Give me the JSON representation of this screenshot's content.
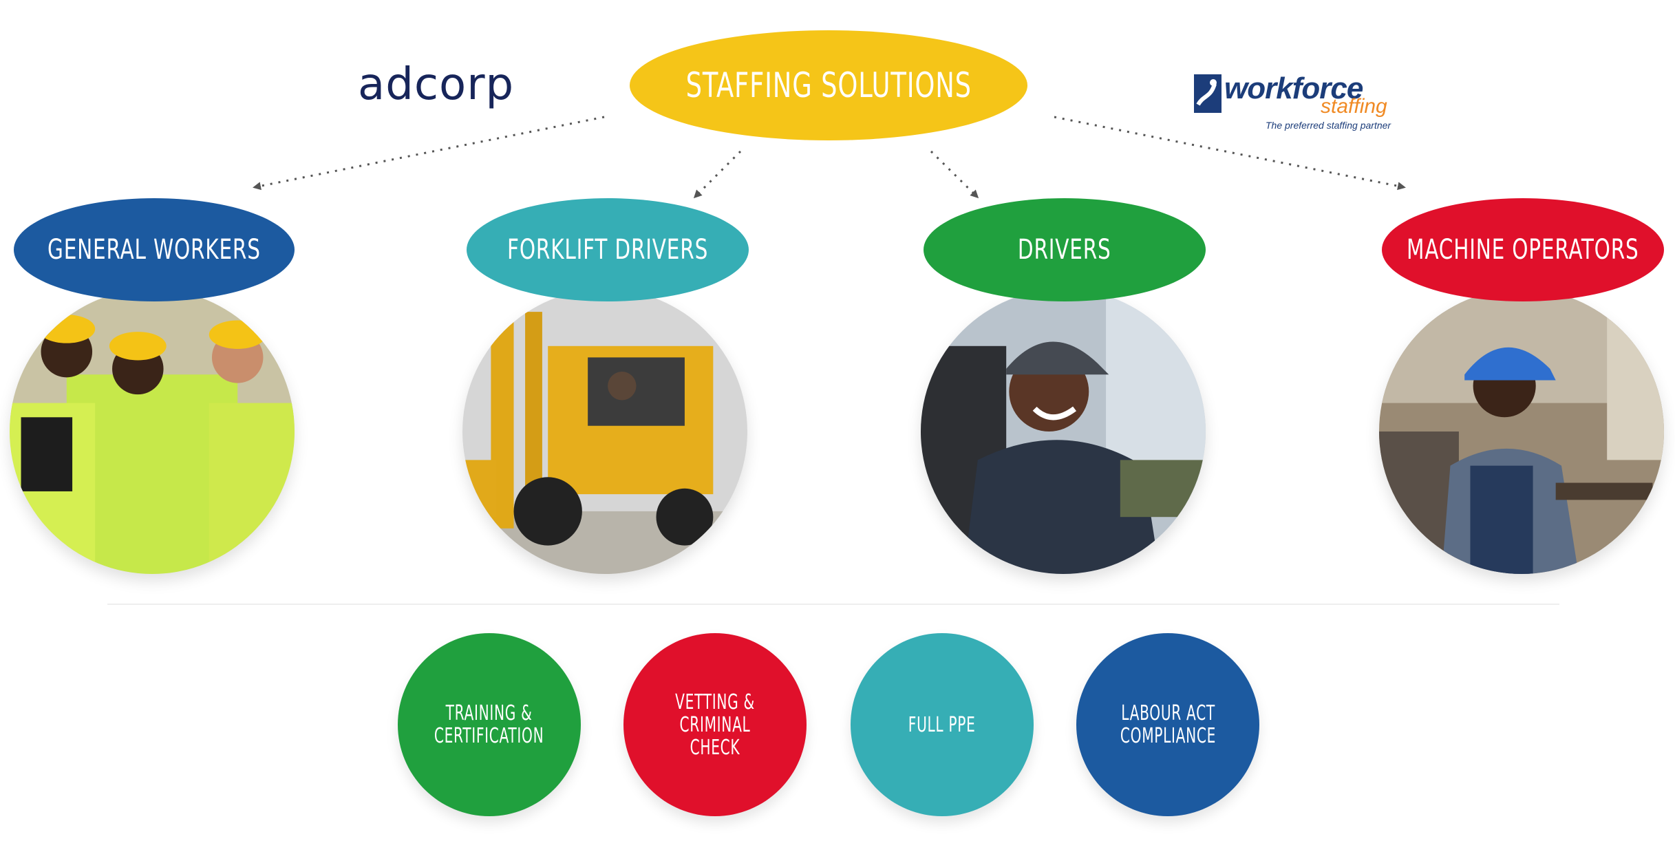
{
  "logos": {
    "left": "adcorp",
    "right": {
      "brand": "workforce",
      "sub": "staffing",
      "tagline": "The preferred staffing partner"
    }
  },
  "center": {
    "label": "Staffing Solutions",
    "color": "#f5c518"
  },
  "categories": [
    {
      "label": "General Workers",
      "color": "#1c5aa0",
      "icon": "workers-photo"
    },
    {
      "label": "Forklift Drivers",
      "color": "#36aeb5",
      "icon": "forklift-photo"
    },
    {
      "label": "Drivers",
      "color": "#20a03e",
      "icon": "driver-photo"
    },
    {
      "label": "Machine Operators",
      "color": "#e0102b",
      "icon": "operator-photo"
    }
  ],
  "services": [
    {
      "line1": "Training &",
      "line2": "Certification",
      "color": "#20a03e"
    },
    {
      "line1": "Vetting &",
      "line2": "Criminal Check",
      "color": "#e0102b"
    },
    {
      "line1": "Full PPE",
      "line2": "",
      "color": "#36aeb5"
    },
    {
      "line1": "Labour Act",
      "line2": "Compliance",
      "color": "#1c5aa0"
    }
  ]
}
